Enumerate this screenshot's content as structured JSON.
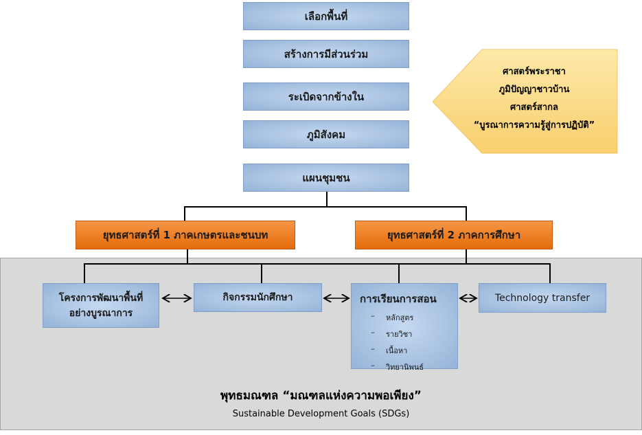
{
  "steps": [
    "เลือกพื้นที่",
    "สร้างการมีส่วนร่วม",
    "ระเบิดจากข้างใน",
    "ภูมิสังคม",
    "แผนชุมชน"
  ],
  "callout": [
    "ศาสตร์พระราชา",
    "ภูมิปัญญาชาวบ้าน",
    "ศาสตร์สากล",
    "“บูรณาการความรู้สู่การปฏิบัติ”"
  ],
  "strategies": [
    "ยุทธศาสตร์ที่ 1 ภาคเกษตรและชนบท",
    "ยุทธศาสตร์ที่ 2 ภาคการศึกษา"
  ],
  "activities": {
    "a": "โครงการพัฒนาพื้นที่อย่างบูรณาการ",
    "b": "กิจกรรมนักศึกษา",
    "c": "การเรียนการสอน",
    "c_items": [
      "หลักสูตร",
      "รายวิชา",
      "เนื้อหา",
      "วิทยานิพนธ์"
    ],
    "dash": "–",
    "d": "Technology transfer"
  },
  "footer": {
    "title": "พุทธมณฑล “มณฑลแห่งความพอเพียง”",
    "subtitle": "Sustainable Development Goals (SDGs)"
  }
}
